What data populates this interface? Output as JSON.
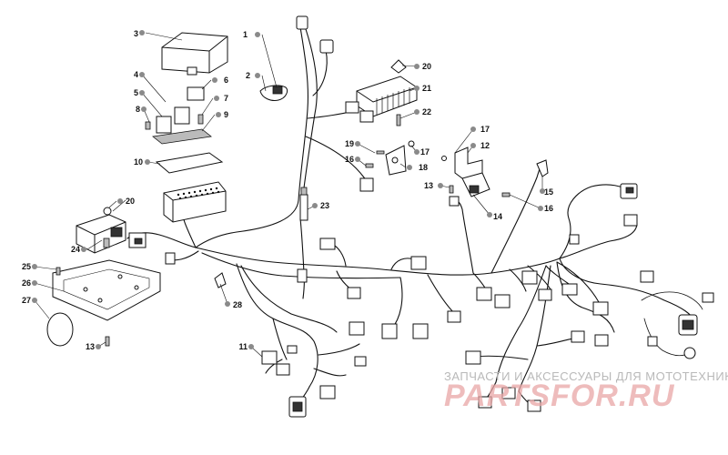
{
  "callouts": {
    "c1": "1",
    "c2": "2",
    "c3": "3",
    "c4": "4",
    "c5": "5",
    "c6": "6",
    "c7": "7",
    "c8": "8",
    "c9": "9",
    "c10": "10",
    "c11": "11",
    "c12": "12",
    "c13a": "13",
    "c13b": "13",
    "c14": "14",
    "c15": "15",
    "c16a": "16",
    "c16b": "16",
    "c17a": "17",
    "c17b": "17",
    "c18": "18",
    "c19": "19",
    "c20a": "20",
    "c20b": "20",
    "c21": "21",
    "c22": "22",
    "c23": "23",
    "c24": "24",
    "c25": "25",
    "c26": "26",
    "c27": "27",
    "c28": "28"
  },
  "watermark": {
    "line1": "ЗАПЧАСТИ И АКСЕССУАРЫ ДЛЯ МОТОТЕХНИКИ",
    "line2": "PARTSFOR.RU"
  }
}
